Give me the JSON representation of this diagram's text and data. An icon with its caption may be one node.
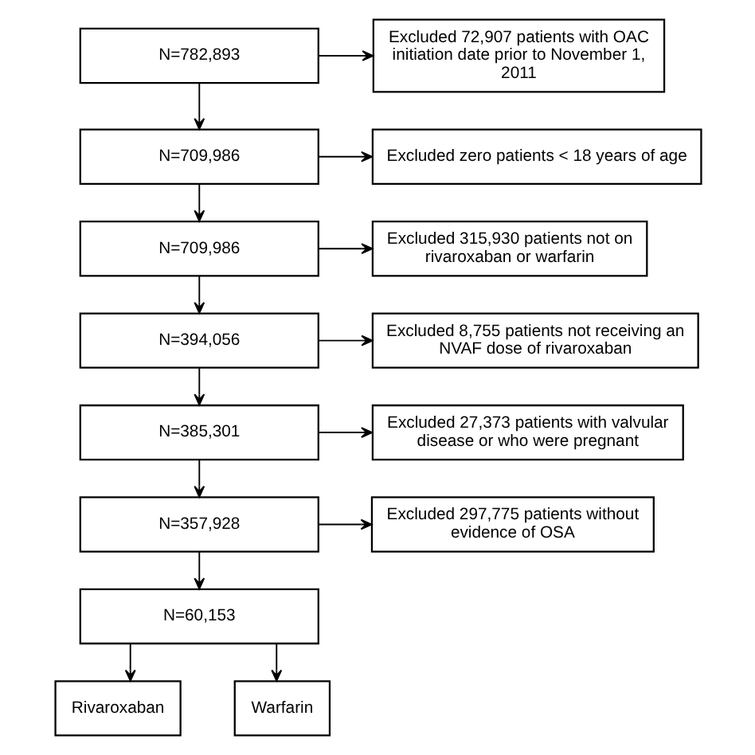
{
  "diagram": {
    "nodes": [
      {
        "text": [
          "N=782,893"
        ]
      },
      {
        "text": [
          "Excluded 72,907 patients with OAC initiation date prior to November 1, 2011"
        ]
      },
      {
        "text": [
          "N=709,986"
        ]
      },
      {
        "text": [
          "Excluded zero patients < 18 years of age"
        ]
      },
      {
        "text": [
          "N=709,986"
        ]
      },
      {
        "text": [
          "Excluded 315,930 patients not on rivaroxaban or warfarin"
        ]
      },
      {
        "text": [
          "N=394,056"
        ]
      },
      {
        "text": [
          "Excluded 8,755 patients not receiving an NVAF dose of rivaroxaban"
        ]
      },
      {
        "text": [
          "N=385,301"
        ]
      },
      {
        "text": [
          "Excluded 27,373 patients with valvular disease or who were pregnant"
        ]
      },
      {
        "text": [
          "N=357,928"
        ]
      },
      {
        "text": [
          "Excluded 297,775 patients without evidence of OSA"
        ]
      },
      {
        "text": [
          "N=60,153"
        ]
      },
      {
        "text": [
          "Rivaroxaban"
        ]
      },
      {
        "text": [
          "Warfarin"
        ]
      }
    ],
    "edges": [
      {
        "from": 0,
        "to": 1,
        "arrow": "to"
      },
      {
        "from": 0,
        "to": 2,
        "arrow": "to"
      },
      {
        "from": 2,
        "to": 3,
        "arrow": "to"
      },
      {
        "from": 2,
        "to": 4,
        "arrow": "to"
      },
      {
        "from": 4,
        "to": 5,
        "arrow": "to"
      },
      {
        "from": 4,
        "to": 6,
        "arrow": "to"
      },
      {
        "from": 6,
        "to": 7,
        "arrow": "to"
      },
      {
        "from": 6,
        "to": 8,
        "arrow": "to"
      },
      {
        "from": 8,
        "to": 9,
        "arrow": "to"
      },
      {
        "from": 8,
        "to": 10,
        "arrow": "to"
      },
      {
        "from": 10,
        "to": 11,
        "arrow": "to"
      },
      {
        "from": 10,
        "to": 12,
        "arrow": "to"
      },
      {
        "from": 12,
        "to": 13,
        "arrow": "to"
      },
      {
        "from": 12,
        "to": 14,
        "arrow": "to"
      }
    ]
  }
}
